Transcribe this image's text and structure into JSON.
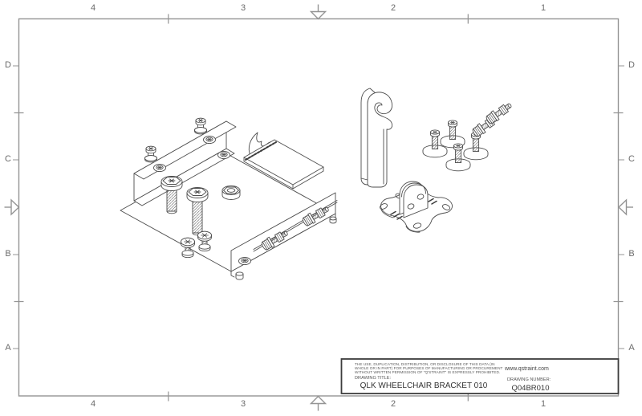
{
  "sheet": {
    "grid": {
      "columns": [
        "4",
        "3",
        "2",
        "1"
      ],
      "rows": [
        "D",
        "C",
        "B",
        "A"
      ]
    }
  },
  "title_block": {
    "legal": [
      "THE USE, DUPLICATION, DISTRIBUTION, OR DISCLOSURE OF THIS DATA (IN",
      "WHOLE OR IN PART) FOR PURPOSES OF MANUFACTURING OR PROCUREMENT",
      "WITHOUT WRITTEN PERMISSION OF \"Q'STRAINT\" IS EXPRESSLY PROHIBITED."
    ],
    "website": "www.qstraint.com",
    "drawing_title_label": "DRAWING TITLE:",
    "drawing_title": "QLK WHEELCHAIR BRACKET 010",
    "drawing_number_label": "DRAWING NUMBER:",
    "drawing_number": "Q04BR010"
  },
  "colors": {
    "background": "#ffffff",
    "frame_line": "#949494",
    "part_line": "#4d4d4d",
    "title_border": "#3c3c3c",
    "text_dark": "#333333",
    "text_muted": "#555555",
    "label_gray": "#6b6b6b"
  }
}
